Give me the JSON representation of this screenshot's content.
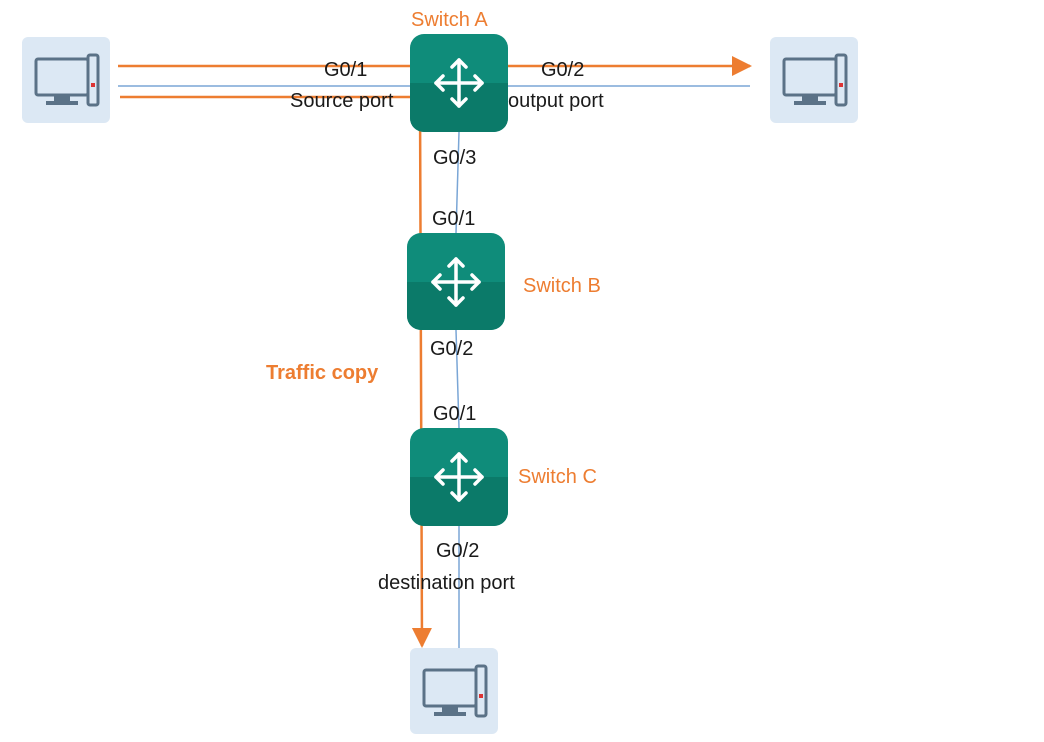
{
  "colors": {
    "accent": "#ed7d31",
    "switch_fill": "#0f8c7a",
    "link": "#7aa6d6",
    "host_bg": "#dce8f4",
    "host_icon": "#5b7287"
  },
  "icons": {
    "switch": "four-way-arrows-router-icon",
    "host": "desktop-computer-icon"
  },
  "switches": {
    "a": {
      "label": "Switch A"
    },
    "b": {
      "label": "Switch B"
    },
    "c": {
      "label": "Switch C"
    }
  },
  "ports": {
    "a_g01": "G0/1",
    "a_g02": "G0/2",
    "a_g03": "G0/3",
    "b_g01": "G0/1",
    "b_g02": "G0/2",
    "c_g01": "G0/1",
    "c_g02": "G0/2"
  },
  "roles": {
    "source": "Source port",
    "output": "output port",
    "destination": "destination port"
  },
  "annotations": {
    "traffic_copy": "Traffic copy"
  }
}
